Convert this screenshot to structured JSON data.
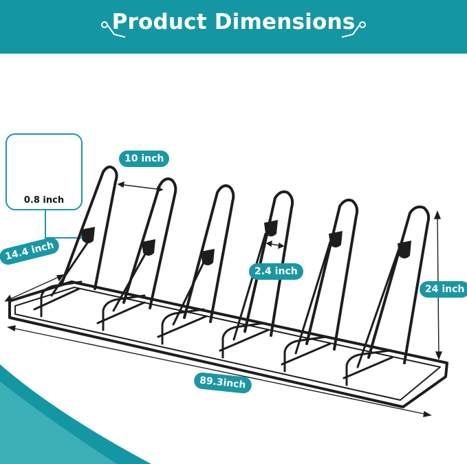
{
  "header": {
    "title": "Product Dimensions",
    "background_color": "#1597a3",
    "accent_color": "#ffffff"
  },
  "detail": {
    "icon": "wheel-cross-section-icon",
    "label": "0.8 inch"
  },
  "dimensions": {
    "spacing_label": "10 inch",
    "depth_label": "14.4 inch",
    "slot_label": "2.4 inch",
    "height_label": "24 inch",
    "length_label": "89.3inch"
  },
  "product": {
    "icon": "bike-rack-icon",
    "slot_count": 6,
    "frame_color": "#1d1d1d"
  }
}
